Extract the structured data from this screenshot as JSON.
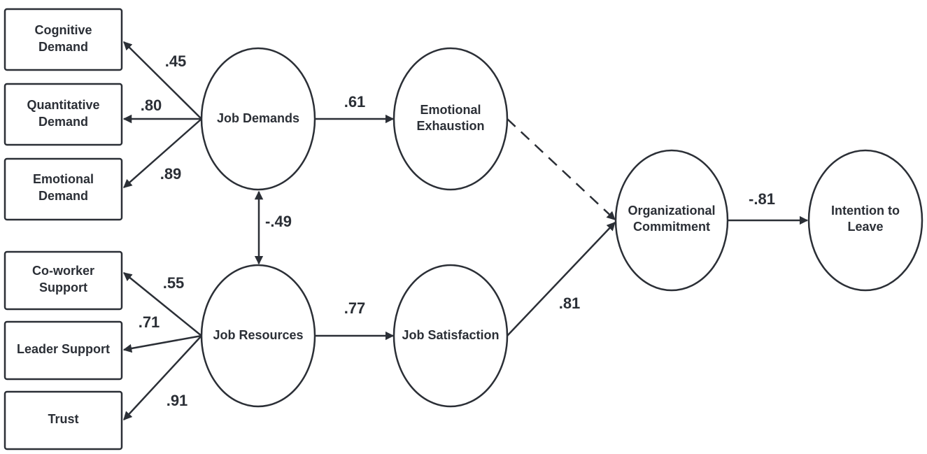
{
  "indicators": {
    "cognitive": [
      "Cognitive",
      "Demand"
    ],
    "quantitative": [
      "Quantitative",
      "Demand"
    ],
    "emotional": [
      "Emotional",
      "Demand"
    ],
    "coworker": [
      "Co-worker",
      "Support"
    ],
    "leader": [
      "Leader Support"
    ],
    "trust": [
      "Trust"
    ]
  },
  "constructs": {
    "job_demands": [
      "Job Demands"
    ],
    "job_resources": [
      "Job Resources"
    ],
    "emotional_exhaustion": [
      "Emotional",
      "Exhaustion"
    ],
    "job_satisfaction": [
      "Job Satisfaction"
    ],
    "organizational_commitment": [
      "Organizational",
      "Commitment"
    ],
    "intention_to_leave": [
      "Intention to",
      "Leave"
    ]
  },
  "coefficients": {
    "cognitive": ".45",
    "quantitative": ".80",
    "emotional": ".89",
    "coworker": ".55",
    "leader": ".71",
    "trust": ".91",
    "demands_resources": "-.49",
    "demands_exhaustion": ".61",
    "resources_satisfaction": ".77",
    "satisfaction_commitment": ".81",
    "commitment_intention": "-.81"
  },
  "colors": {
    "stroke": "#2b2f36",
    "background": "#ffffff"
  }
}
